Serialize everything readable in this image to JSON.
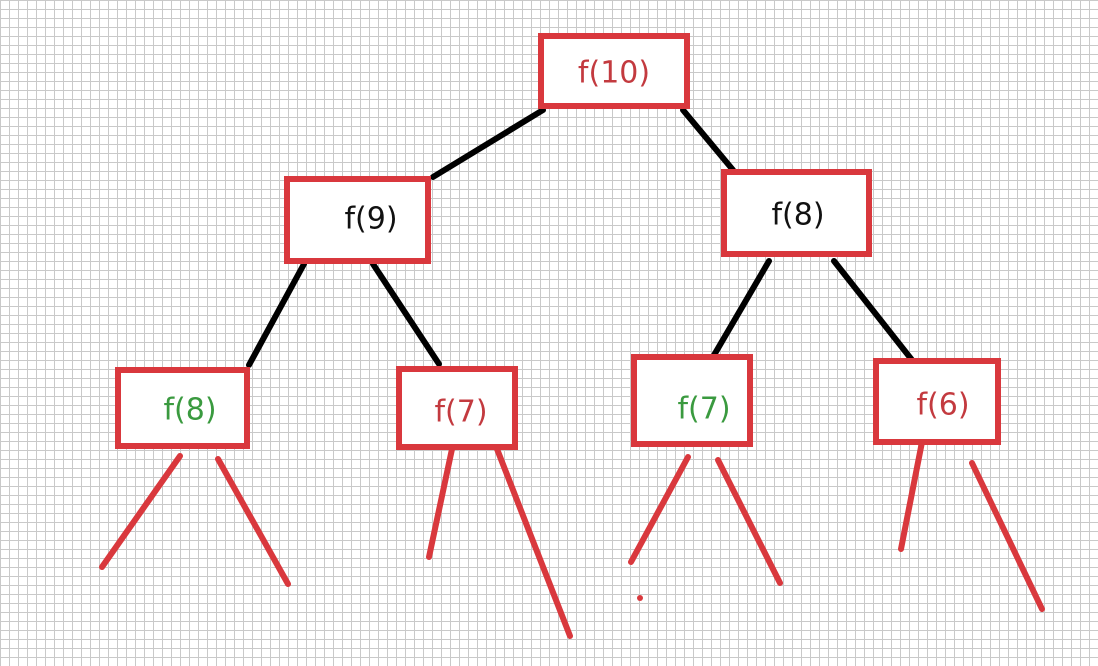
{
  "nodes": {
    "root": {
      "label": "f(10)",
      "color": "#c33a3f"
    },
    "n9": {
      "label": "f(9)",
      "color": "#111111"
    },
    "n8": {
      "label": "f(8)",
      "color": "#111111"
    },
    "n8_dup": {
      "label": "f(8)",
      "color": "#3a9a3f"
    },
    "n7_red": {
      "label": "f(7)",
      "color": "#c33a3f"
    },
    "n7_grn": {
      "label": "f(7)",
      "color": "#3a9a3f"
    },
    "n6": {
      "label": "f(6)",
      "color": "#c33a3f"
    }
  },
  "colors": {
    "box_border": "#d9383d",
    "edge_parent": "#000000",
    "edge_continuation": "#d9383d",
    "grid": "#c9c9c9"
  }
}
